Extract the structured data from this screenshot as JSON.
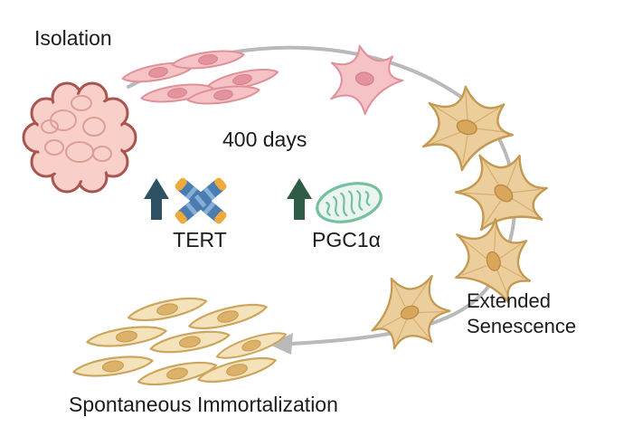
{
  "labels": {
    "isolation": "Isolation",
    "days": "400 days",
    "tert": "TERT",
    "pgc1a": "PGC1α",
    "extended_line1": "Extended",
    "extended_line2": "Senescence",
    "immortalization": "Spontaneous Immortalization"
  },
  "icons": {
    "tissue": "tissue-mass-icon",
    "pink_cluster": "pink-spindle-cell-cluster",
    "pink_stellate": "pink-stellate-cell",
    "senescent_cells": "senescent-stellate-cell",
    "immortalized_cluster": "immortalized-spindle-cell-cluster",
    "chromosome": "chromosome-icon",
    "mitochondria": "mitochondria-icon",
    "up_arrows": "up-arrow-icon",
    "progression_arrow": "curved-progression-arrow"
  },
  "colors": {
    "background": "#ffffff",
    "text": "#1c1c1c",
    "progression_arrow_gray": "#b9b9b9",
    "tert_up_arrow": "#2e5264",
    "pgc1a_up_arrow": "#2e5c47",
    "chromosome_blue": "#4a7cb0",
    "chromosome_band_light_blue": "#85aed8",
    "telomere_yellow": "#f0a93c",
    "mitochondria_green": "#74c09f",
    "pink_cell_fill": "#f5c2c5",
    "pink_cell_outline": "#df9098",
    "tan_cell_fill": "#ecce9c",
    "tan_cell_outline": "#c49a52",
    "cream_cell_fill": "#f4e2bb",
    "cream_cell_outline": "#cda65e",
    "tissue_fill": "#f8cfc9",
    "tissue_outline": "#a9544f"
  }
}
